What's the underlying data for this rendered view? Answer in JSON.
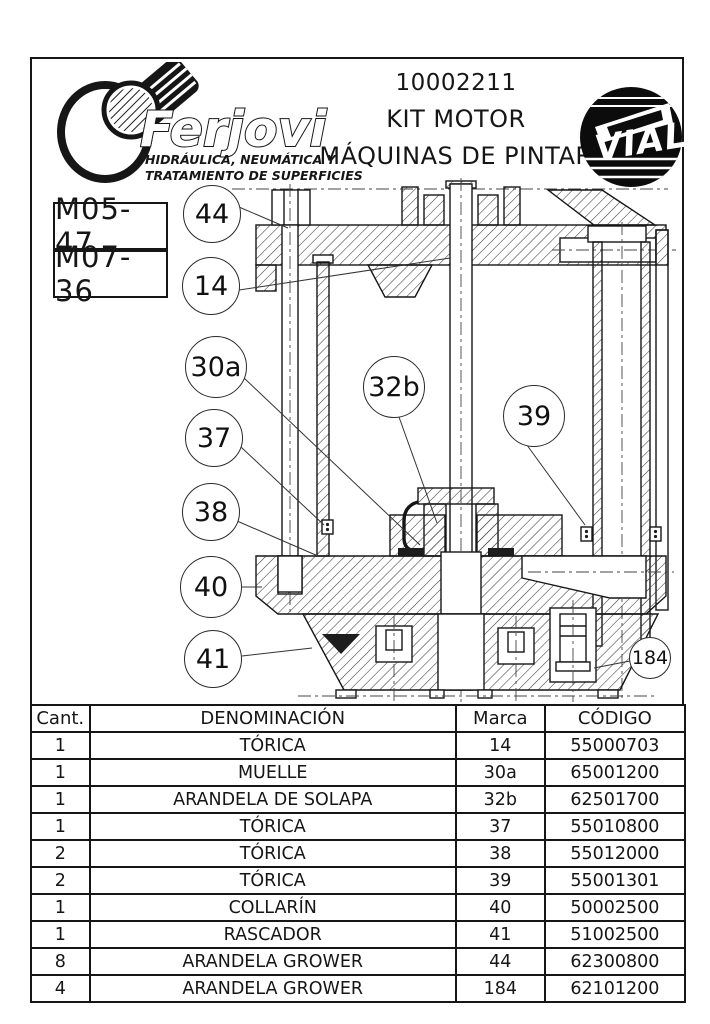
{
  "header": {
    "logo": {
      "brand": "Ferjovi",
      "tagline_line1": "HIDRÁULICA, NEUMÁTICA Y",
      "tagline_line2": "TRATAMIENTO DE SUPERFICIES"
    },
    "title": {
      "part_number": "10002211",
      "line1": "KIT MOTOR",
      "line2": "MÁQUINAS DE PINTAR"
    },
    "badge": {
      "brand": "VIAL"
    }
  },
  "drawing": {
    "ref_labels": [
      "M05-47",
      "M07-36"
    ],
    "callouts": [
      "44",
      "14",
      "30a",
      "37",
      "38",
      "40",
      "41",
      "32b",
      "39",
      "184"
    ]
  },
  "parts_table": {
    "columns": [
      "Cant.",
      "DENOMINACIÓN",
      "Marca",
      "CÓDIGO"
    ],
    "rows": [
      {
        "cant": "1",
        "denominacion": "TÓRICA",
        "marca": "14",
        "codigo": "55000703"
      },
      {
        "cant": "1",
        "denominacion": "MUELLE",
        "marca": "30a",
        "codigo": "65001200"
      },
      {
        "cant": "1",
        "denominacion": "ARANDELA DE SOLAPA",
        "marca": "32b",
        "codigo": "62501700"
      },
      {
        "cant": "1",
        "denominacion": "TÓRICA",
        "marca": "37",
        "codigo": "55010800"
      },
      {
        "cant": "2",
        "denominacion": "TÓRICA",
        "marca": "38",
        "codigo": "55012000"
      },
      {
        "cant": "2",
        "denominacion": "TÓRICA",
        "marca": "39",
        "codigo": "55001301"
      },
      {
        "cant": "1",
        "denominacion": "COLLARÍN",
        "marca": "40",
        "codigo": "50002500"
      },
      {
        "cant": "1",
        "denominacion": "RASCADOR",
        "marca": "41",
        "codigo": "51002500"
      },
      {
        "cant": "8",
        "denominacion": "ARANDELA GROWER",
        "marca": "44",
        "codigo": "62300800"
      },
      {
        "cant": "4",
        "denominacion": "ARANDELA GROWER",
        "marca": "184",
        "codigo": "62101200"
      }
    ]
  },
  "colors": {
    "ink": "#161616",
    "background": "#ffffff"
  }
}
